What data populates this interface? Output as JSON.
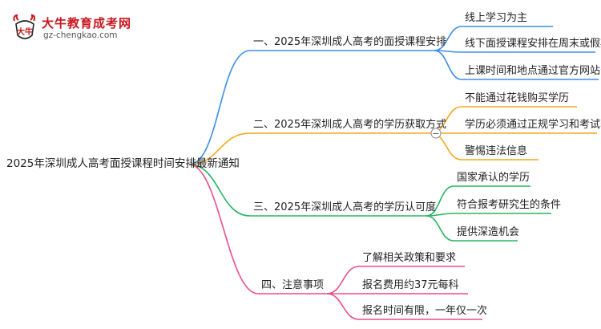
{
  "logo": {
    "title": "大牛教育成考网",
    "url": "gz-chengkao.com",
    "mark_text": "大牛"
  },
  "colors": {
    "blue": "#3a8ee6",
    "orange": "#f2a81d",
    "green": "#27b562",
    "pink": "#ec4c8c"
  },
  "mindmap": {
    "root": "2025年深圳成人高考面授课程时间安排最新通知",
    "branches": [
      {
        "label": "一、2025年深圳成人高考的面授课程安排",
        "color": "blue",
        "children": [
          "线上学习为主",
          "线下面授课程安排在周末或假期",
          "上课时间和地点通过官方网站公布"
        ]
      },
      {
        "label": "二、2025年深圳成人高考的学历获取方式",
        "color": "orange",
        "collapse": "−",
        "children": [
          "不能通过花钱购买学历",
          "学历必须通过正规学习和考试获得",
          "警惕违法信息"
        ]
      },
      {
        "label": "三、2025年深圳成人高考的学历认可度",
        "color": "green",
        "children": [
          "国家承认的学历",
          "符合报考研究生的条件",
          "提供深造机会"
        ]
      },
      {
        "label": "四、注意事项",
        "color": "pink",
        "children": [
          "了解相关政策和要求",
          "报名费用约37元每科",
          "报名时间有限，一年仅一次"
        ]
      }
    ]
  }
}
